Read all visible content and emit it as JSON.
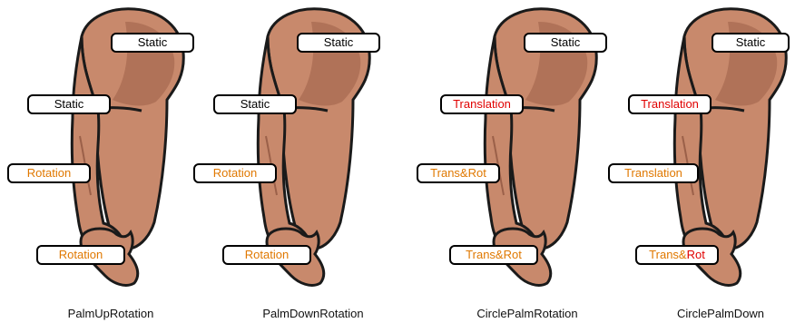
{
  "colors": {
    "static": "#000000",
    "rotation": "#e07800",
    "translation": "#e00000",
    "skin": "#c8896c",
    "skin_shadow": "#b07258",
    "outline": "#1a1a1a"
  },
  "panels": [
    {
      "caption": "PalmUpRotation",
      "labels": {
        "shoulder": {
          "text": "Static",
          "kind": "static"
        },
        "elbow": {
          "text": "Static",
          "kind": "static"
        },
        "forearm": {
          "text": "Rotation",
          "kind": "rotation"
        },
        "wrist": {
          "text": "Rotation",
          "kind": "rotation"
        }
      }
    },
    {
      "caption": "PalmDownRotation",
      "labels": {
        "shoulder": {
          "text": "Static",
          "kind": "static"
        },
        "elbow": {
          "text": "Static",
          "kind": "static"
        },
        "forearm": {
          "text": "Rotation",
          "kind": "rotation"
        },
        "wrist": {
          "text": "Rotation",
          "kind": "rotation"
        }
      }
    },
    {
      "caption": "CirclePalmRotation",
      "labels": {
        "shoulder": {
          "text": "Static",
          "kind": "static"
        },
        "elbow": {
          "text": "Translation",
          "kind": "translation"
        },
        "forearm": {
          "text": "Trans&Rot",
          "kind": "rotation"
        },
        "wrist": {
          "text": "Trans&Rot",
          "kind": "rotation"
        }
      }
    },
    {
      "caption": "CirclePalmDown",
      "labels": {
        "shoulder": {
          "text": "Static",
          "kind": "static"
        },
        "elbow": {
          "text": "Translation",
          "kind": "translation"
        },
        "forearm": {
          "text": "Translation",
          "kind": "rotation"
        },
        "wrist": {
          "text": "Trans&Rot",
          "kind": "mixed",
          "parts": [
            {
              "text": "Trans&",
              "kind": "rotation"
            },
            {
              "text": "Rot",
              "kind": "translation"
            }
          ]
        }
      }
    }
  ]
}
